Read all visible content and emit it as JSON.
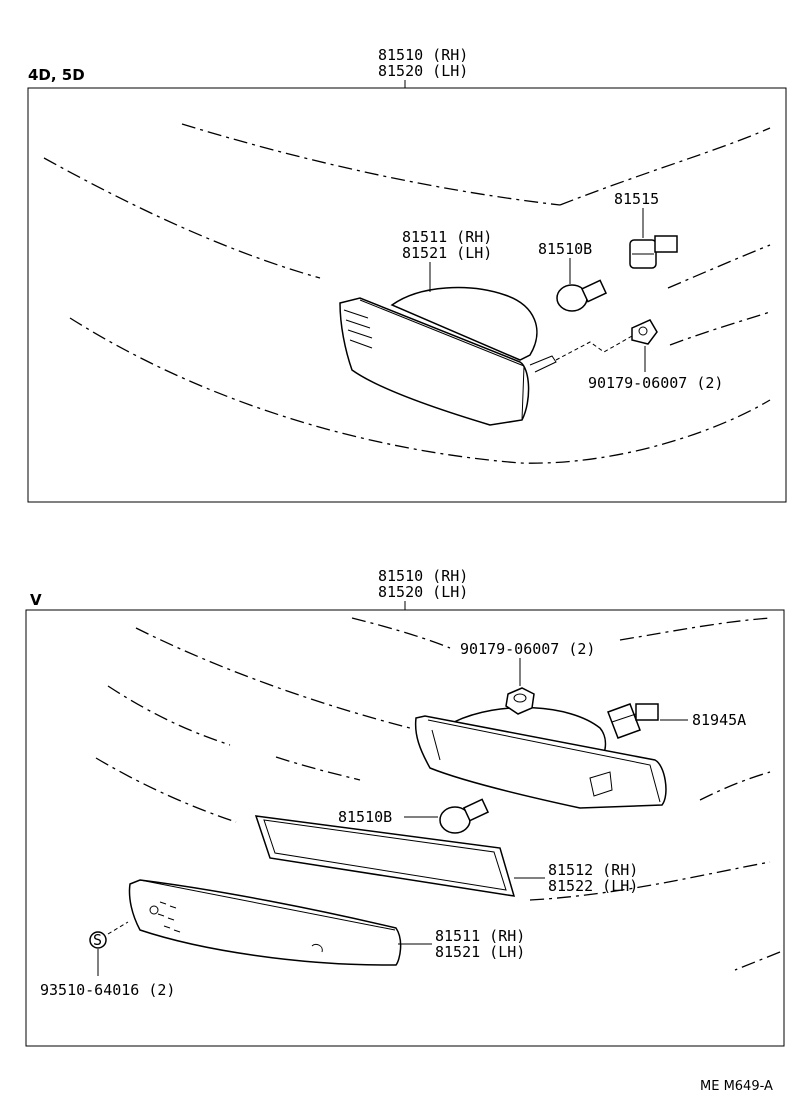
{
  "panels": {
    "top": {
      "section_label": "4D, 5D",
      "assembly_rh": "81510 (RH)",
      "assembly_lh": "81520 (LH)",
      "lens_rh": "81511 (RH)",
      "lens_lh": "81521 (LH)",
      "bulb": "81510B",
      "socket": "81515",
      "nut": "90179-06007 (2)"
    },
    "bottom": {
      "section_label": "V",
      "assembly_rh": "81510 (RH)",
      "assembly_lh": "81520 (LH)",
      "nut": "90179-06007 (2)",
      "socket": "81945A",
      "bulb": "81510B",
      "gasket_rh": "81512 (RH)",
      "gasket_lh": "81522 (LH)",
      "lens_rh": "81511 (RH)",
      "lens_lh": "81521 (LH)",
      "screw": "93510-64016 (2)",
      "screw_symbol": "S"
    }
  },
  "footer": {
    "code": "ME  M649-A"
  }
}
